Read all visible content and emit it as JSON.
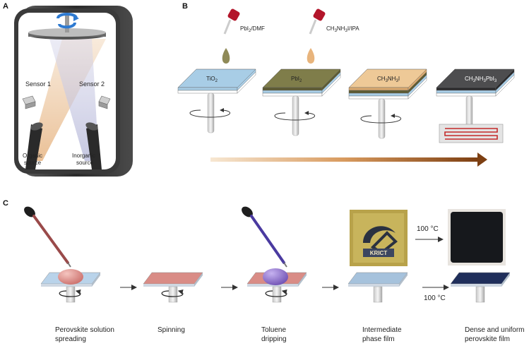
{
  "panels": {
    "a": {
      "letter": "A",
      "sensor1": "Sensor 1",
      "sensor2": "Sensor 2",
      "organic_line1": "Organic",
      "organic_line2": "source",
      "inorganic_line1": "Inorganic",
      "inorganic_line2": "source"
    },
    "b": {
      "letter": "B",
      "dropper1": "PbI",
      "dropper1_sub": "2",
      "dropper1_tail": "/DMF",
      "dropper2_a": "CH",
      "dropper2_b": "3",
      "dropper2_c": "NH",
      "dropper2_d": "3",
      "dropper2_e": "I/IPA",
      "layers": {
        "tio2": "TiO",
        "tio2_sub": "2",
        "pbi2": "PbI",
        "pbi2_sub": "2",
        "mai_a": "CH",
        "mai_b": "3",
        "mai_c": "NH",
        "mai_d": "3",
        "mai_e": "I",
        "pvk_a": "CH",
        "pvk_b": "3",
        "pvk_c": "NH",
        "pvk_d": "3",
        "pvk_e": "PbI",
        "pvk_f": "3"
      }
    },
    "c": {
      "letter": "C",
      "steps": [
        {
          "line1": "Perovskite solution",
          "line2": "spreading"
        },
        {
          "line1": "Spinning",
          "line2": ""
        },
        {
          "line1": "Toluene",
          "line2": "dripping"
        },
        {
          "line1": "Intermediate",
          "line2": "phase film"
        },
        {
          "line1": "Dense and uniform",
          "line2": "perovskite film"
        }
      ],
      "temp_top": "100 °C",
      "temp_bottom": "100 °C",
      "logo_text": "KRICT"
    }
  },
  "colors": {
    "tio2_top": "#a8cde6",
    "pbi2_top": "#7f7d4a",
    "mai_top": "#eec997",
    "pvk_top": "#4d4d4f",
    "glass": "#b9d3ea",
    "pink_film": "#d98c86",
    "purple_drop": "#8e6bc9",
    "navy_film": "#1f2e5a",
    "arrow_brown": "#8a4a1c"
  }
}
